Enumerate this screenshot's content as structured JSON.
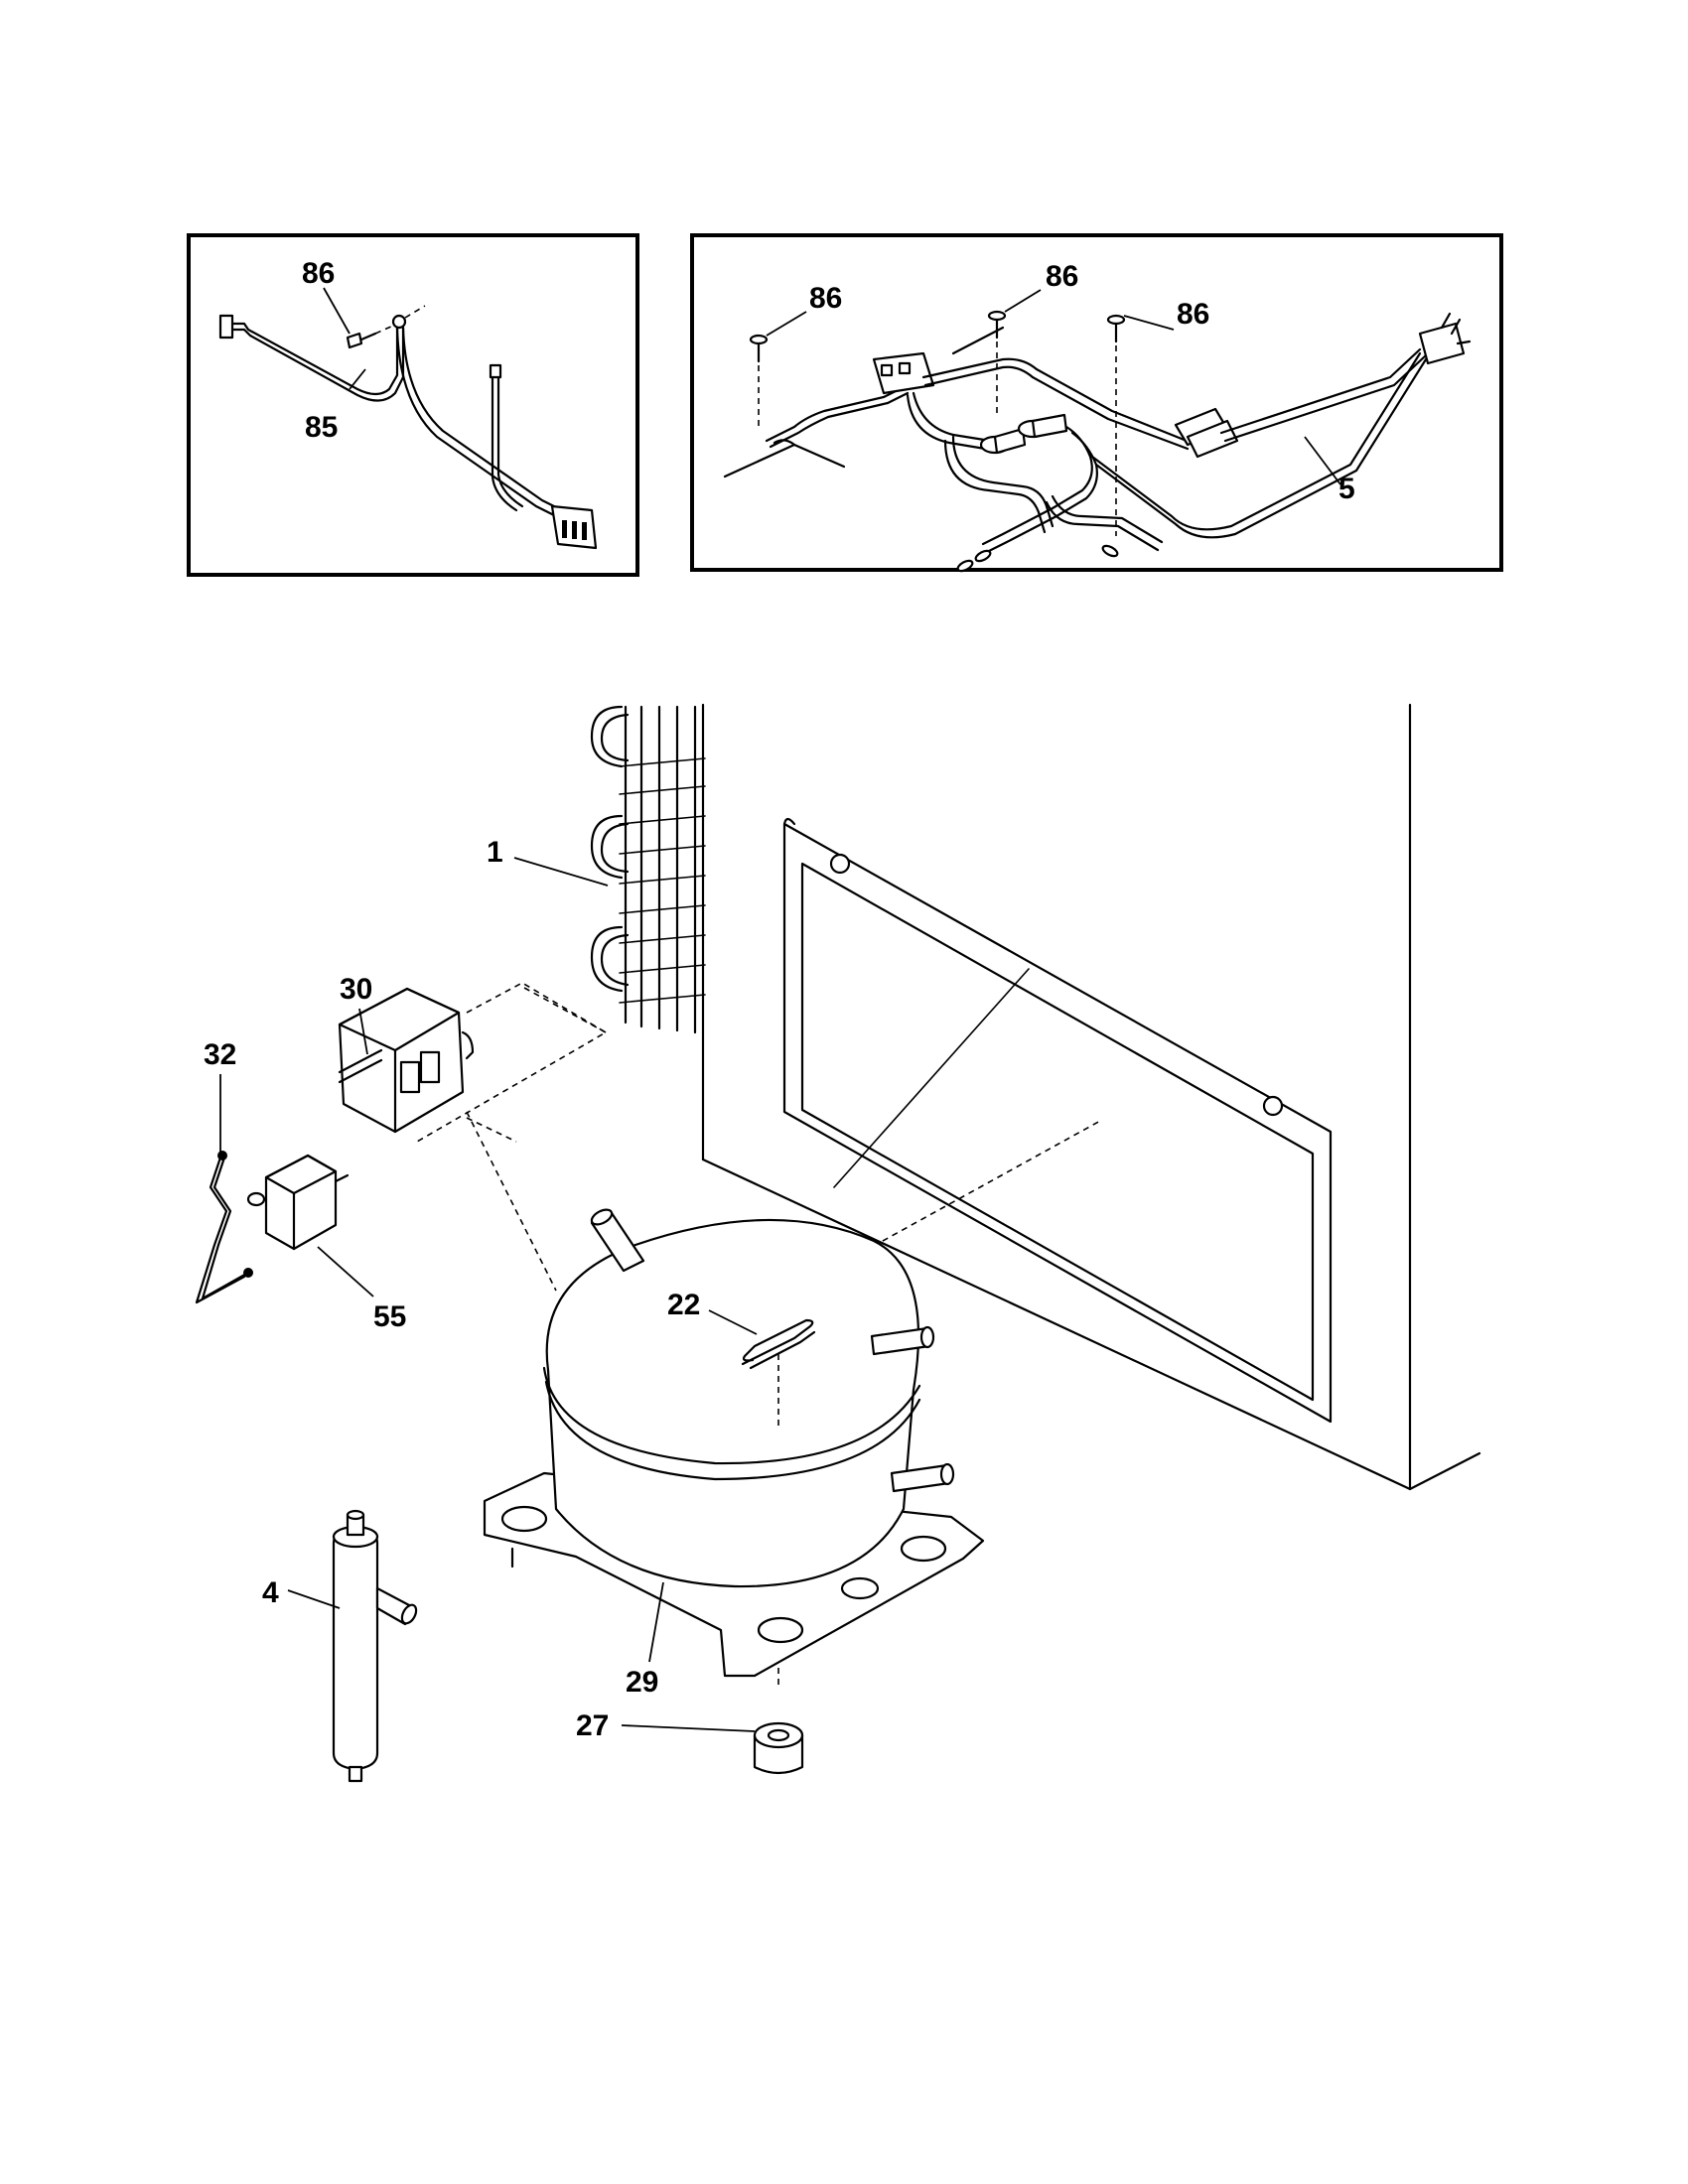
{
  "callouts": {
    "inset_left": {
      "screw": "86",
      "harness": "85"
    },
    "inset_right": {
      "screw_a": "86",
      "screw_b": "86",
      "screw_c": "86",
      "power_cord": "5"
    },
    "main": {
      "condenser": "1",
      "relay": "30",
      "overload": "32",
      "capacitor": "55",
      "clip": "22",
      "compressor": "29",
      "dryer": "4",
      "grommet": "27"
    }
  }
}
